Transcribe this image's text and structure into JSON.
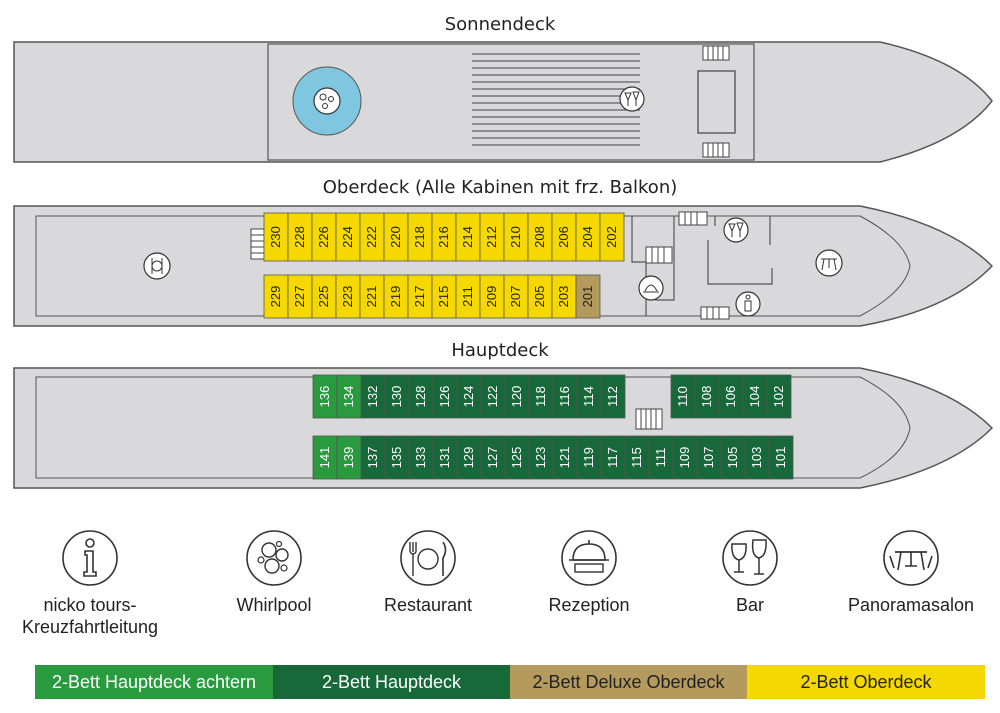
{
  "decks": {
    "sun": {
      "title": "Sonnendeck"
    },
    "upper": {
      "title": "Oberdeck (Alle Kabinen mit frz. Balkon)",
      "top_row": [
        "230",
        "228",
        "226",
        "224",
        "222",
        "220",
        "218",
        "216",
        "214",
        "212",
        "210",
        "208",
        "206",
        "204",
        "202"
      ],
      "bottom_row": [
        "229",
        "227",
        "225",
        "223",
        "221",
        "219",
        "217",
        "215",
        "211",
        "209",
        "207",
        "205",
        "203",
        "201"
      ],
      "deluxe": [
        "201"
      ]
    },
    "main": {
      "title": "Hauptdeck",
      "top_left": [
        "136",
        "134",
        "132",
        "130",
        "128",
        "126",
        "124",
        "122",
        "120",
        "118",
        "116",
        "114",
        "112"
      ],
      "top_right": [
        "110",
        "108",
        "106",
        "104",
        "102"
      ],
      "bottom_row": [
        "141",
        "139",
        "137",
        "135",
        "133",
        "131",
        "129",
        "127",
        "125",
        "123",
        "121",
        "119",
        "117",
        "115",
        "111",
        "109",
        "107",
        "105",
        "103",
        "101"
      ],
      "aft": [
        "136",
        "134",
        "141",
        "139"
      ]
    }
  },
  "legend": {
    "info": {
      "line1": "nicko tours-",
      "line2": "Kreuzfahrtleitung",
      "icon": "info-icon"
    },
    "whirlpool": {
      "label": "Whirlpool",
      "icon": "whirlpool-icon"
    },
    "restaurant": {
      "label": "Restaurant",
      "icon": "restaurant-icon"
    },
    "reception": {
      "label": "Rezeption",
      "icon": "reception-bell-icon"
    },
    "bar": {
      "label": "Bar",
      "icon": "wine-glasses-icon"
    },
    "panorama": {
      "label": "Panoramasalon",
      "icon": "lounge-icon"
    }
  },
  "categories": [
    {
      "label": "2-Bett Hauptdeck achtern",
      "color": "#2a9a3f",
      "text_color": "#ffffff"
    },
    {
      "label": "2-Bett Hauptdeck",
      "color": "#17693a",
      "text_color": "#ffffff"
    },
    {
      "label": "2-Bett Deluxe Oberdeck",
      "color": "#b49a5c",
      "text_color": "#222222"
    },
    {
      "label": "2-Bett Oberdeck",
      "color": "#f5d800",
      "text_color": "#222222"
    }
  ],
  "colors": {
    "hull": "#d9d9db",
    "hull_outline": "#555555",
    "cabin_yellow": "#f5d800",
    "cabin_deluxe": "#b49a5c",
    "cabin_dark_green": "#17693a",
    "cabin_light_green": "#2a9a3f",
    "pool": "#7fc6e0"
  }
}
